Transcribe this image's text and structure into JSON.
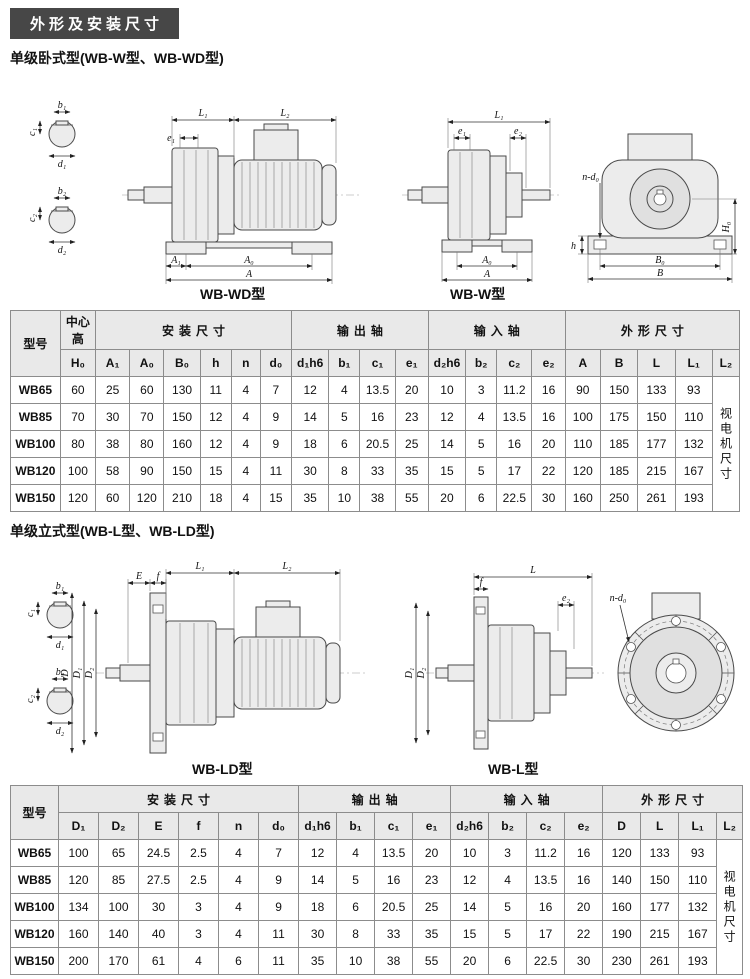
{
  "page": {
    "title": "外形及安装尺寸"
  },
  "sections": {
    "horizontal": {
      "heading": "单级卧式型(WB-W型、WB-WD型)"
    },
    "vertical": {
      "heading": "单级立式型(WB-L型、WB-LD型)"
    }
  },
  "captions": {
    "wd": "WB-WD型",
    "w": "WB-W型",
    "ld": "WB-LD型",
    "l": "WB-L型"
  },
  "dim_labels": {
    "b1": "b₁",
    "c1": "c₁",
    "d1": "d₁",
    "b2": "b₂",
    "c2": "c₂",
    "d2": "d₂",
    "L": "L",
    "L1": "L₁",
    "L2": "L₂",
    "e1": "e₁",
    "e2": "e₂",
    "A1": "A₁",
    "A0": "A₀",
    "A": "A",
    "B0": "B₀",
    "B": "B",
    "H0": "H₀",
    "h": "h",
    "nd0": "n-d₀",
    "E": "E",
    "f": "f",
    "D": "D",
    "D1": "D₁",
    "D2": "D₂"
  },
  "table1": {
    "groups": {
      "model": "型号",
      "center_height": "中心高",
      "install": "安装尺寸",
      "output_shaft": "输出轴",
      "input_shaft": "输入轴",
      "outline": "外形尺寸"
    },
    "subheaders": [
      "H₀",
      "A₁",
      "A₀",
      "B₀",
      "h",
      "n",
      "d₀",
      "d₁h6",
      "b₁",
      "c₁",
      "e₁",
      "d₂h6",
      "b₂",
      "c₂",
      "e₂",
      "A",
      "B",
      "L",
      "L₁",
      "L₂"
    ],
    "l2_note": "视电机尺寸",
    "rows": [
      {
        "model": "WB65",
        "values": [
          60,
          25,
          60,
          130,
          11,
          4,
          7,
          12,
          4,
          13.5,
          20,
          10,
          3,
          11.2,
          16,
          90,
          150,
          133,
          93
        ]
      },
      {
        "model": "WB85",
        "values": [
          70,
          30,
          70,
          150,
          12,
          4,
          9,
          14,
          5,
          16,
          23,
          12,
          4,
          13.5,
          16,
          100,
          175,
          150,
          110
        ]
      },
      {
        "model": "WB100",
        "values": [
          80,
          38,
          80,
          160,
          12,
          4,
          9,
          18,
          6,
          20.5,
          25,
          14,
          5,
          16,
          20,
          110,
          185,
          177,
          132
        ]
      },
      {
        "model": "WB120",
        "values": [
          100,
          58,
          90,
          150,
          15,
          4,
          11,
          30,
          8,
          33,
          35,
          15,
          5,
          17,
          22,
          120,
          185,
          215,
          167
        ]
      },
      {
        "model": "WB150",
        "values": [
          120,
          60,
          120,
          210,
          18,
          4,
          15,
          35,
          10,
          38,
          55,
          20,
          6,
          22.5,
          30,
          160,
          250,
          261,
          193
        ]
      }
    ]
  },
  "table2": {
    "groups": {
      "model": "型号",
      "install": "安装尺寸",
      "output_shaft": "输出轴",
      "input_shaft": "输入轴",
      "outline": "外形尺寸"
    },
    "subheaders": [
      "D₁",
      "D₂",
      "E",
      "f",
      "n",
      "d₀",
      "d₁h6",
      "b₁",
      "c₁",
      "e₁",
      "d₂h6",
      "b₂",
      "c₂",
      "e₂",
      "D",
      "L",
      "L₁",
      "L₂"
    ],
    "l2_note": "视电机尺寸",
    "rows": [
      {
        "model": "WB65",
        "values": [
          100,
          65,
          24.5,
          2.5,
          4,
          7,
          12,
          4,
          13.5,
          20,
          10,
          3,
          11.2,
          16,
          120,
          133,
          93
        ]
      },
      {
        "model": "WB85",
        "values": [
          120,
          85,
          27.5,
          2.5,
          4,
          9,
          14,
          5,
          16,
          23,
          12,
          4,
          13.5,
          16,
          140,
          150,
          110
        ]
      },
      {
        "model": "WB100",
        "values": [
          134,
          100,
          30,
          3,
          4,
          9,
          18,
          6,
          20.5,
          25,
          14,
          5,
          16,
          20,
          160,
          177,
          132
        ]
      },
      {
        "model": "WB120",
        "values": [
          160,
          140,
          40,
          3,
          4,
          11,
          30,
          8,
          33,
          35,
          15,
          5,
          17,
          22,
          190,
          215,
          167
        ]
      },
      {
        "model": "WB150",
        "values": [
          200,
          170,
          61,
          4,
          6,
          11,
          35,
          10,
          38,
          55,
          20,
          6,
          22.5,
          30,
          230,
          261,
          193
        ]
      }
    ]
  }
}
